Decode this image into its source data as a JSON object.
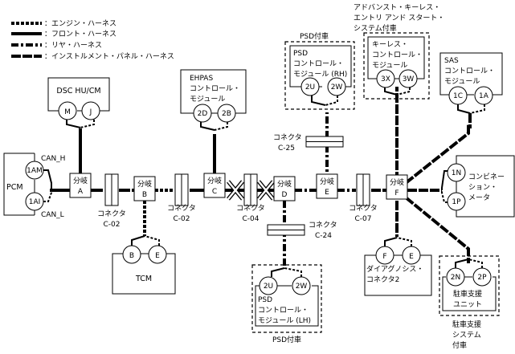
{
  "legend": [
    {
      "style": "engine",
      "label": "：エンジン・ハーネス"
    },
    {
      "style": "front",
      "label": "：フロント・ハーネス"
    },
    {
      "style": "rear",
      "label": "：リヤ・ハーネス"
    },
    {
      "style": "inst",
      "label": "：インストルメント・パネル・ハーネス"
    }
  ],
  "modules": {
    "pcm": {
      "name": "PCM",
      "pins": [
        "1AM",
        "1AI"
      ],
      "can_h": "CAN_H",
      "can_l": "CAN_L"
    },
    "dsc": {
      "name": "DSC HU/CM",
      "pins": [
        "M",
        "J"
      ]
    },
    "tcm": {
      "name": "TCM",
      "pins": [
        "B",
        "E"
      ]
    },
    "ehpas": {
      "lines": [
        "EHPAS",
        "コントロール・",
        "モジュール"
      ],
      "pins": [
        "2D",
        "2B"
      ]
    },
    "psd_rh": {
      "lines": [
        "PSD",
        "コントロール・",
        "モジュール (RH)"
      ],
      "pins": [
        "2U",
        "2W"
      ],
      "option": "PSD付車"
    },
    "keyless": {
      "lines": [
        "キーレス・",
        "コントロール・",
        "モジュール"
      ],
      "pins": [
        "3X",
        "3W"
      ],
      "option_lines": [
        "アドバンスト・キーレス・",
        "エントリ アンド スタート・",
        "システム付車"
      ]
    },
    "sas": {
      "lines": [
        "SAS",
        "コントロール・",
        "モジュール"
      ],
      "pins": [
        "1C",
        "1A"
      ]
    },
    "meter": {
      "lines": [
        "コンビネー",
        "ション・",
        "メータ"
      ],
      "pins": [
        "1N",
        "1P"
      ]
    },
    "diag": {
      "lines": [
        "ダイアグノシス・",
        "コネクタ2"
      ],
      "pins": [
        "F",
        "E"
      ]
    },
    "parking": {
      "lines": [
        "駐車支援",
        "ユニット"
      ],
      "pins": [
        "2N",
        "2P"
      ],
      "option_lines": [
        "駐車支援",
        "システム",
        "付車"
      ]
    },
    "psd_lh": {
      "lines": [
        "PSD",
        "コントロール・",
        "モジュール (LH)"
      ],
      "pins": [
        "2U",
        "2W"
      ],
      "option": "PSD付車"
    }
  },
  "branches": [
    {
      "label": "分岐",
      "id": "A"
    },
    {
      "label": "分岐",
      "id": "B"
    },
    {
      "label": "分岐",
      "id": "C"
    },
    {
      "label": "分岐",
      "id": "D"
    },
    {
      "label": "分岐",
      "id": "E"
    },
    {
      "label": "分岐",
      "id": "F"
    }
  ],
  "connectors": [
    {
      "label": "コネクタ",
      "id": "C-02"
    },
    {
      "label": "コネクタ",
      "id": "C-02"
    },
    {
      "label": "コネクタ",
      "id": "C-04"
    },
    {
      "label": "コネクタ",
      "id": "C-25"
    },
    {
      "label": "コネクタ",
      "id": "C-24"
    },
    {
      "label": "コネクタ",
      "id": "C-07"
    }
  ]
}
